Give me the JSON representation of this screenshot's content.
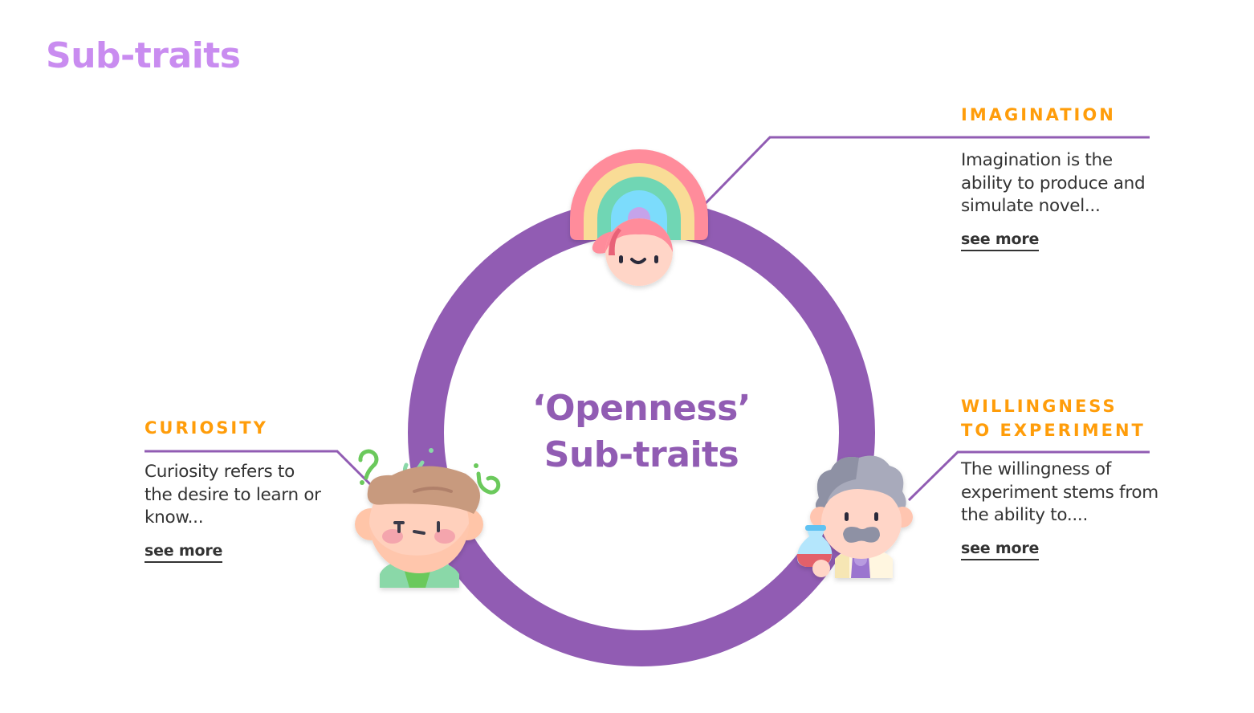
{
  "page": {
    "title": "Sub-traits"
  },
  "center": {
    "line1": "‘Openness’",
    "line2": "Sub-traits"
  },
  "colors": {
    "title": "#c98cf0",
    "ring": "#915cb3",
    "heading": "#ff9d0a",
    "body_text": "#333333"
  },
  "traits": [
    {
      "id": "imagination",
      "title": "IMAGINATION",
      "description": "Imagination is the ability to produce and simulate novel...",
      "link": "see more",
      "icon": "rainbow-girl-icon"
    },
    {
      "id": "willingness",
      "title_line1": "WILLINGNESS",
      "title_line2": "TO EXPERIMENT",
      "description": "The willingness of experiment stems from the ability to....",
      "link": "see more",
      "icon": "scientist-icon"
    },
    {
      "id": "curiosity",
      "title": "CURIOSITY",
      "description": "Curiosity refers to the desire to learn or know...",
      "link": "see more",
      "icon": "curious-boy-icon"
    }
  ]
}
